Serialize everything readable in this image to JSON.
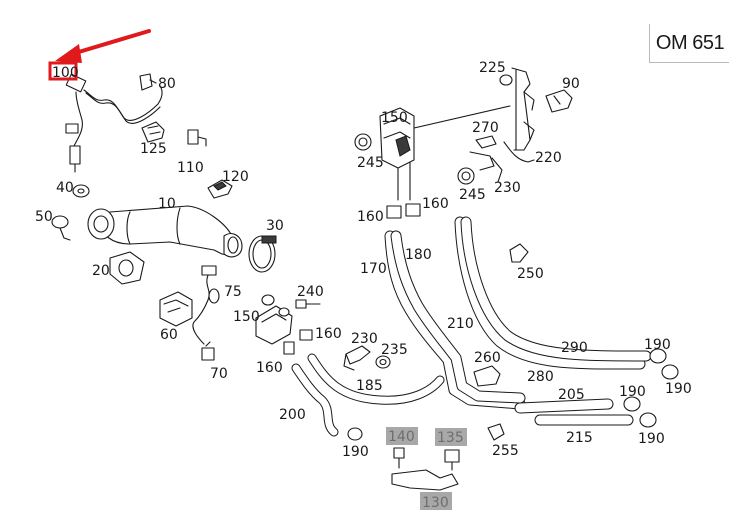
{
  "engine_code": "OM 651",
  "highlight_color": "#e0191c",
  "gray_label_bg": "#a8a8a8",
  "callouts": [
    {
      "id": "100",
      "label": "100",
      "highlighted": true
    },
    {
      "id": "80",
      "label": "80"
    },
    {
      "id": "125",
      "label": "125"
    },
    {
      "id": "110",
      "label": "110"
    },
    {
      "id": "120",
      "label": "120"
    },
    {
      "id": "40",
      "label": "40"
    },
    {
      "id": "10",
      "label": "10"
    },
    {
      "id": "50",
      "label": "50"
    },
    {
      "id": "30",
      "label": "30"
    },
    {
      "id": "20",
      "label": "20"
    },
    {
      "id": "75",
      "label": "75"
    },
    {
      "id": "60",
      "label": "60"
    },
    {
      "id": "70",
      "label": "70"
    },
    {
      "id": "225",
      "label": "225"
    },
    {
      "id": "90",
      "label": "90"
    },
    {
      "id": "150a",
      "label": "150"
    },
    {
      "id": "270",
      "label": "270"
    },
    {
      "id": "220",
      "label": "220"
    },
    {
      "id": "245a",
      "label": "245"
    },
    {
      "id": "245b",
      "label": "245"
    },
    {
      "id": "230a",
      "label": "230"
    },
    {
      "id": "160a",
      "label": "160"
    },
    {
      "id": "160b",
      "label": "160"
    },
    {
      "id": "170",
      "label": "170"
    },
    {
      "id": "180",
      "label": "180"
    },
    {
      "id": "250",
      "label": "250"
    },
    {
      "id": "240",
      "label": "240"
    },
    {
      "id": "150b",
      "label": "150"
    },
    {
      "id": "160c",
      "label": "160"
    },
    {
      "id": "230b",
      "label": "230"
    },
    {
      "id": "235",
      "label": "235"
    },
    {
      "id": "210",
      "label": "210"
    },
    {
      "id": "160d",
      "label": "160"
    },
    {
      "id": "185",
      "label": "185"
    },
    {
      "id": "260",
      "label": "260"
    },
    {
      "id": "290",
      "label": "290"
    },
    {
      "id": "190a",
      "label": "190"
    },
    {
      "id": "280",
      "label": "280"
    },
    {
      "id": "190b",
      "label": "190"
    },
    {
      "id": "205",
      "label": "205"
    },
    {
      "id": "190c",
      "label": "190"
    },
    {
      "id": "200",
      "label": "200"
    },
    {
      "id": "215",
      "label": "215"
    },
    {
      "id": "190d",
      "label": "190"
    },
    {
      "id": "140",
      "label": "140",
      "gray": true
    },
    {
      "id": "135",
      "label": "135",
      "gray": true
    },
    {
      "id": "190e",
      "label": "190"
    },
    {
      "id": "255",
      "label": "255"
    },
    {
      "id": "130",
      "label": "130",
      "gray": true
    }
  ]
}
